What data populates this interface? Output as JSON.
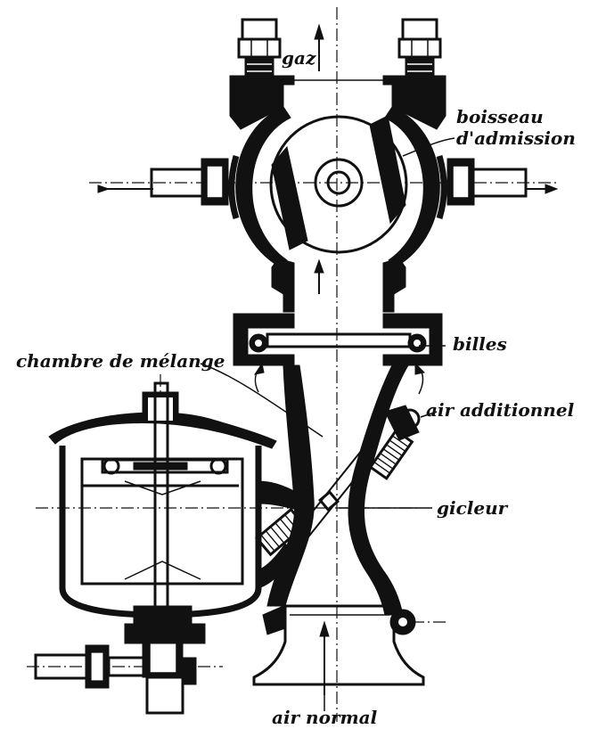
{
  "labels": {
    "gaz": "gaz",
    "boisseau_line1": "boisseau",
    "boisseau_line2": "d'admission",
    "billes": "billes",
    "chambre": "chambre de mélange",
    "air_additionnel": "air additionnel",
    "gicleur": "gicleur",
    "air_normal": "air normal"
  },
  "colors": {
    "ink": "#111111",
    "paper": "#ffffff"
  }
}
